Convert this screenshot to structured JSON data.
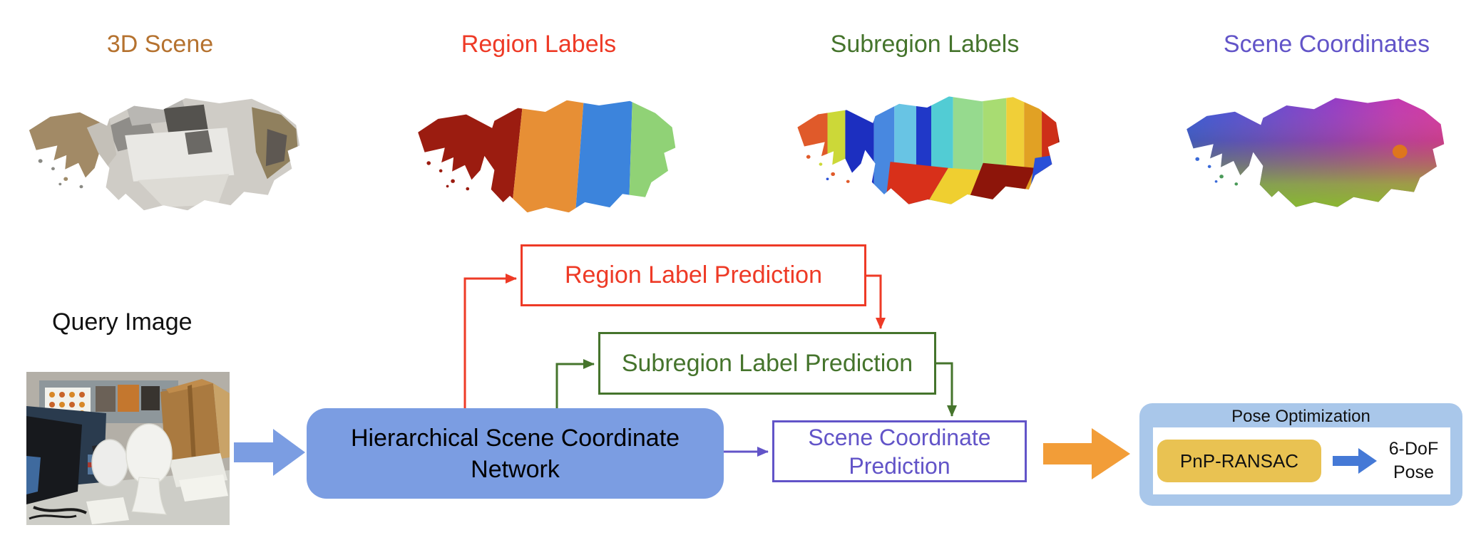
{
  "panels": [
    {
      "label": "3D Scene",
      "color": "#b5722f",
      "description": "textured gray/tan 3D scan of an office desk scene"
    },
    {
      "label": "Region Labels",
      "color": "#ee3a26",
      "description": "scan colored by 4 regions: dark red, orange, blue, green"
    },
    {
      "label": "Subregion Labels",
      "color": "#45742c",
      "description": "scan colored by many subregion patches (blues, cyans, greens, yellows, reds)"
    },
    {
      "label": "Scene Coordinates",
      "color": "#6254c8",
      "description": "scan with rainbow XYZ coordinate coloring (blue to magenta to green)"
    }
  ],
  "query": {
    "label": "Query Image",
    "description": "photo of two white mannequin heads on an office desk"
  },
  "flow": {
    "network": {
      "line1": "Hierarchical Scene Coordinate",
      "line2": "Network",
      "fill": "#7b9de2",
      "text_color": "#000000"
    },
    "region": {
      "label": "Region Label Prediction",
      "color": "#ee3a26"
    },
    "subregion": {
      "label": "Subregion Label Prediction",
      "color": "#45742c"
    },
    "coordinate": {
      "line1": "Scene Coordinate",
      "line2": "Prediction",
      "color": "#6254c8"
    },
    "pose": {
      "title": "Pose Optimization",
      "container_fill": "#a9c7ea",
      "pnp_label": "PnP-RANSAC",
      "pnp_fill": "#e9c252",
      "arrow_color": "#4579d6",
      "result_line1": "6-DoF",
      "result_line2": "Pose"
    },
    "input_arrow_color": "#7b9de2",
    "output_arrow_color": "#f29d38"
  }
}
